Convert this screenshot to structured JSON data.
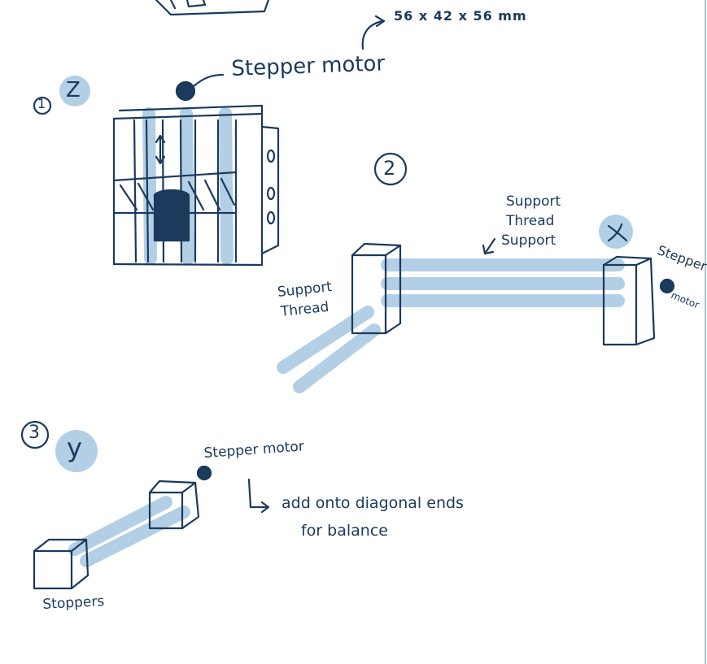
{
  "colors": {
    "ink": "#1b3a5c",
    "highlight": "#b3cfe6",
    "page_edge": "#a9c7dc",
    "background": "#ffffff"
  },
  "annotations": {
    "dimensions": "56 x 42 x 56 mm",
    "z_motor": "Stepper motor",
    "step1_number": "1",
    "step1_axis": "Z",
    "step2_number": "2",
    "step2_axis": "x",
    "support_thread_top": [
      "Support",
      "Thread",
      "Support"
    ],
    "support_thread_left": [
      "Support",
      "Thread"
    ],
    "x_motor_top": "Stepper",
    "x_motor_bottom": "motor",
    "step3_number": "3",
    "step3_axis": "y",
    "y_motor": "Stepper motor",
    "y_note_line1": "add onto diagonal ends",
    "y_note_line2": "for balance",
    "stoppers": "Stoppers"
  }
}
